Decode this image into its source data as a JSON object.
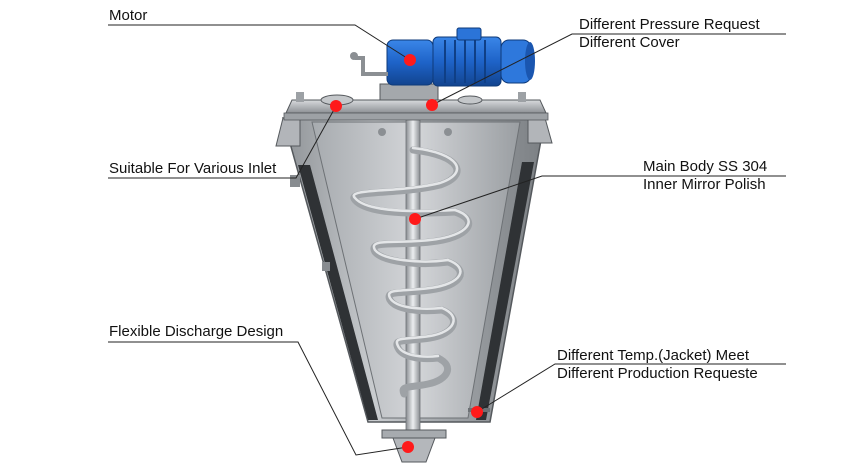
{
  "callouts": {
    "motor": {
      "line1": "Motor"
    },
    "cover": {
      "line1": "Different Pressure Request",
      "line2": "Different Cover"
    },
    "inlet": {
      "line1": "Suitable For Various Inlet"
    },
    "body": {
      "line1": "Main Body SS 304",
      "line2": "Inner Mirror Polish"
    },
    "discharge": {
      "line1": "Flexible Discharge Design"
    },
    "jacket": {
      "line1": "Different Temp.(Jacket) Meet",
      "line2": "Different Production Requeste"
    }
  },
  "colors": {
    "marker": "#ff1a1a",
    "motor_blue": "#1e63c8",
    "steel": "#b9bcc0",
    "leader": "#222222"
  }
}
